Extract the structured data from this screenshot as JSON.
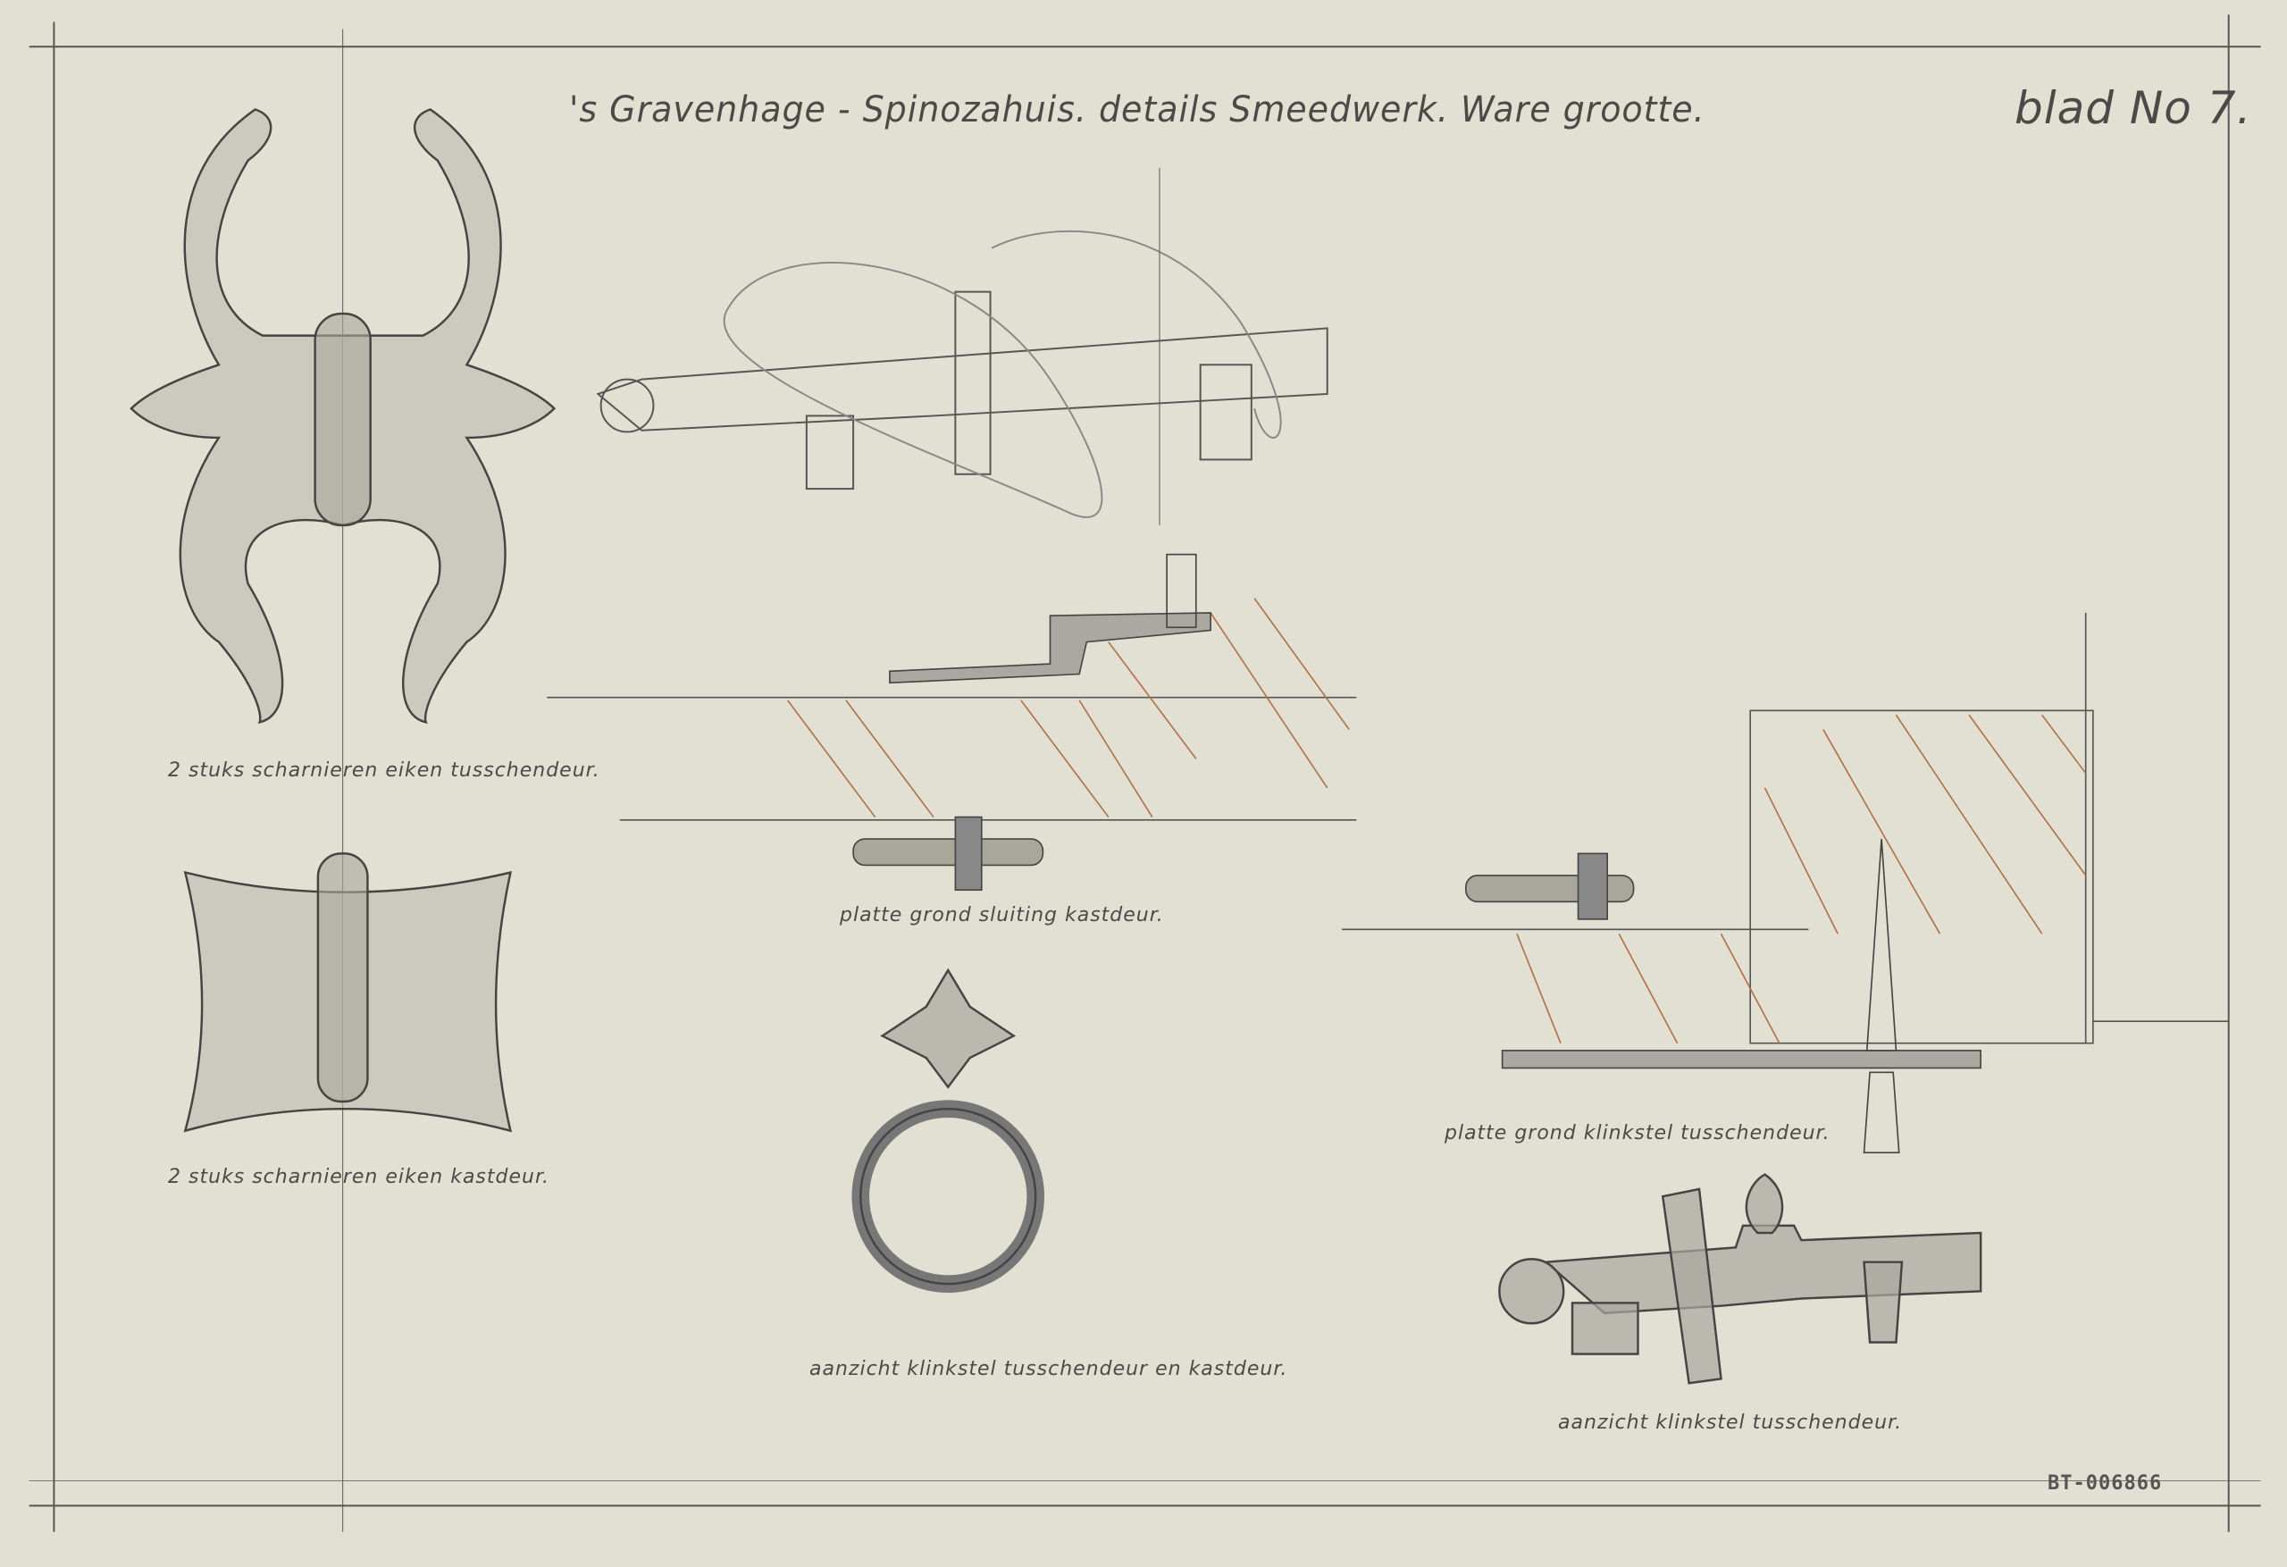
{
  "drawing": {
    "title": "'s Gravenhage - Spinozahuis. details Smeedwerk. Ware grootte.",
    "sheet_number": "blad No 7.",
    "archive_stamp": "BT-006866",
    "captions": [
      "2 stuks scharnieren eiken tusschendeur.",
      "2 stuks scharnieren eiken kastdeur.",
      "platte grond sluiting kastdeur.",
      "aanzicht klinkstel tusschendeur en kastdeur.",
      "platte grond klinkstel tusschendeur.",
      "aanzicht klinkstel tusschendeur."
    ]
  },
  "colors": {
    "paper": "#e2e0d3",
    "pencil": "#4a4a48",
    "hatch": "#b0704a"
  }
}
